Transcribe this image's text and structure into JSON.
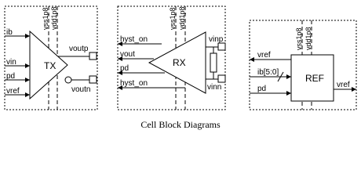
{
  "caption": "Cell Block Diagrams",
  "tx": {
    "block_label": "TX",
    "rails": [
      "vss1p8",
      "vdd1p8"
    ],
    "inputs": [
      "ib",
      "vin",
      "pd",
      "vref"
    ],
    "outputs": [
      "voutp",
      "voutn"
    ]
  },
  "rx": {
    "block_label": "RX",
    "rails": [
      "vss1p8",
      "vdd1p8"
    ],
    "inputs": [
      "hyst_on",
      "vout",
      "pd",
      "hyst_on"
    ],
    "outputs": [
      "vinp",
      "vinn"
    ]
  },
  "ref": {
    "block_label": "REF",
    "rails": [
      "vss1p8",
      "vdd1p8"
    ],
    "left_pins": [
      "vref",
      "ib[5:0]",
      "pd"
    ],
    "output": "vref"
  }
}
